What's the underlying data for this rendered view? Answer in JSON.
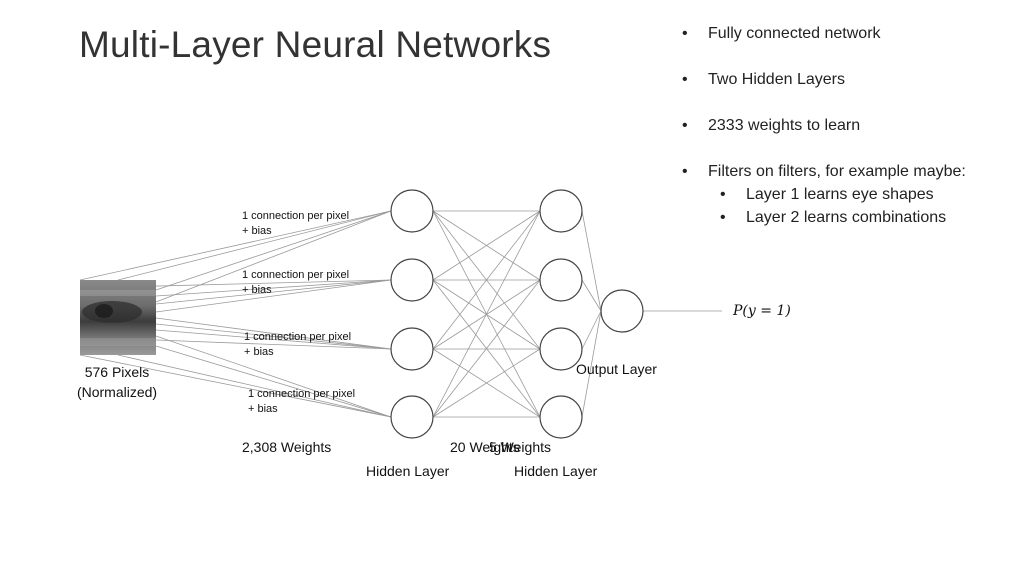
{
  "title": "Multi-Layer Neural Networks",
  "bullets": [
    "Fully connected network",
    "Two Hidden Layers",
    "2333 weights to learn",
    "Filters on filters, for example maybe:"
  ],
  "sub_bullets": [
    "Layer 1 learns eye shapes",
    "Layer 2 learns combinations"
  ],
  "diagram": {
    "input_label_line1": "576 Pixels",
    "input_label_line2": "(Normalized)",
    "connection_note_line1": "1 connection per pixel",
    "connection_note_line2": "+ bias",
    "weights_label_1": "2,308 Weights",
    "weights_label_2": "20 Weights",
    "weights_label_3": "5 Weights",
    "hidden_layer_1_label": "Hidden Layer",
    "hidden_layer_2_label": "Hidden Layer",
    "output_layer_label": "Output Layer",
    "output_expression": "P(y = 1)"
  }
}
